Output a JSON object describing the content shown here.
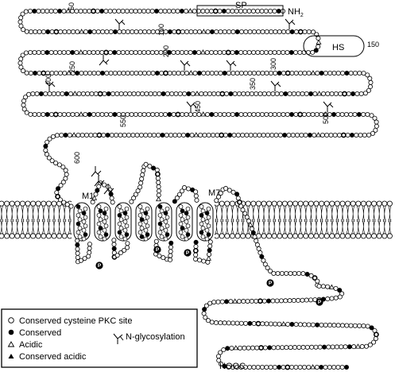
{
  "labels": {
    "nh2": "NH",
    "nh2_sub": "2",
    "cooh": "HOOC",
    "sp": "SP",
    "hs": "HS",
    "m1": "M1",
    "m7": "M7",
    "phospho": "P"
  },
  "residue_numbers": [
    "50",
    "100",
    "150",
    "200",
    "250",
    "300",
    "350",
    "400",
    "450",
    "500",
    "550",
    "600"
  ],
  "legend": {
    "items": [
      {
        "symbol": "open-circle",
        "label": "Conserved cysteine PKC site"
      },
      {
        "symbol": "filled-circle",
        "label": "Conserved"
      },
      {
        "symbol": "open-triangle",
        "label": "Acidic"
      },
      {
        "symbol": "filled-triangle",
        "label": "Conserved acidic"
      }
    ],
    "glyco_label": "N-glycosylation"
  }
}
